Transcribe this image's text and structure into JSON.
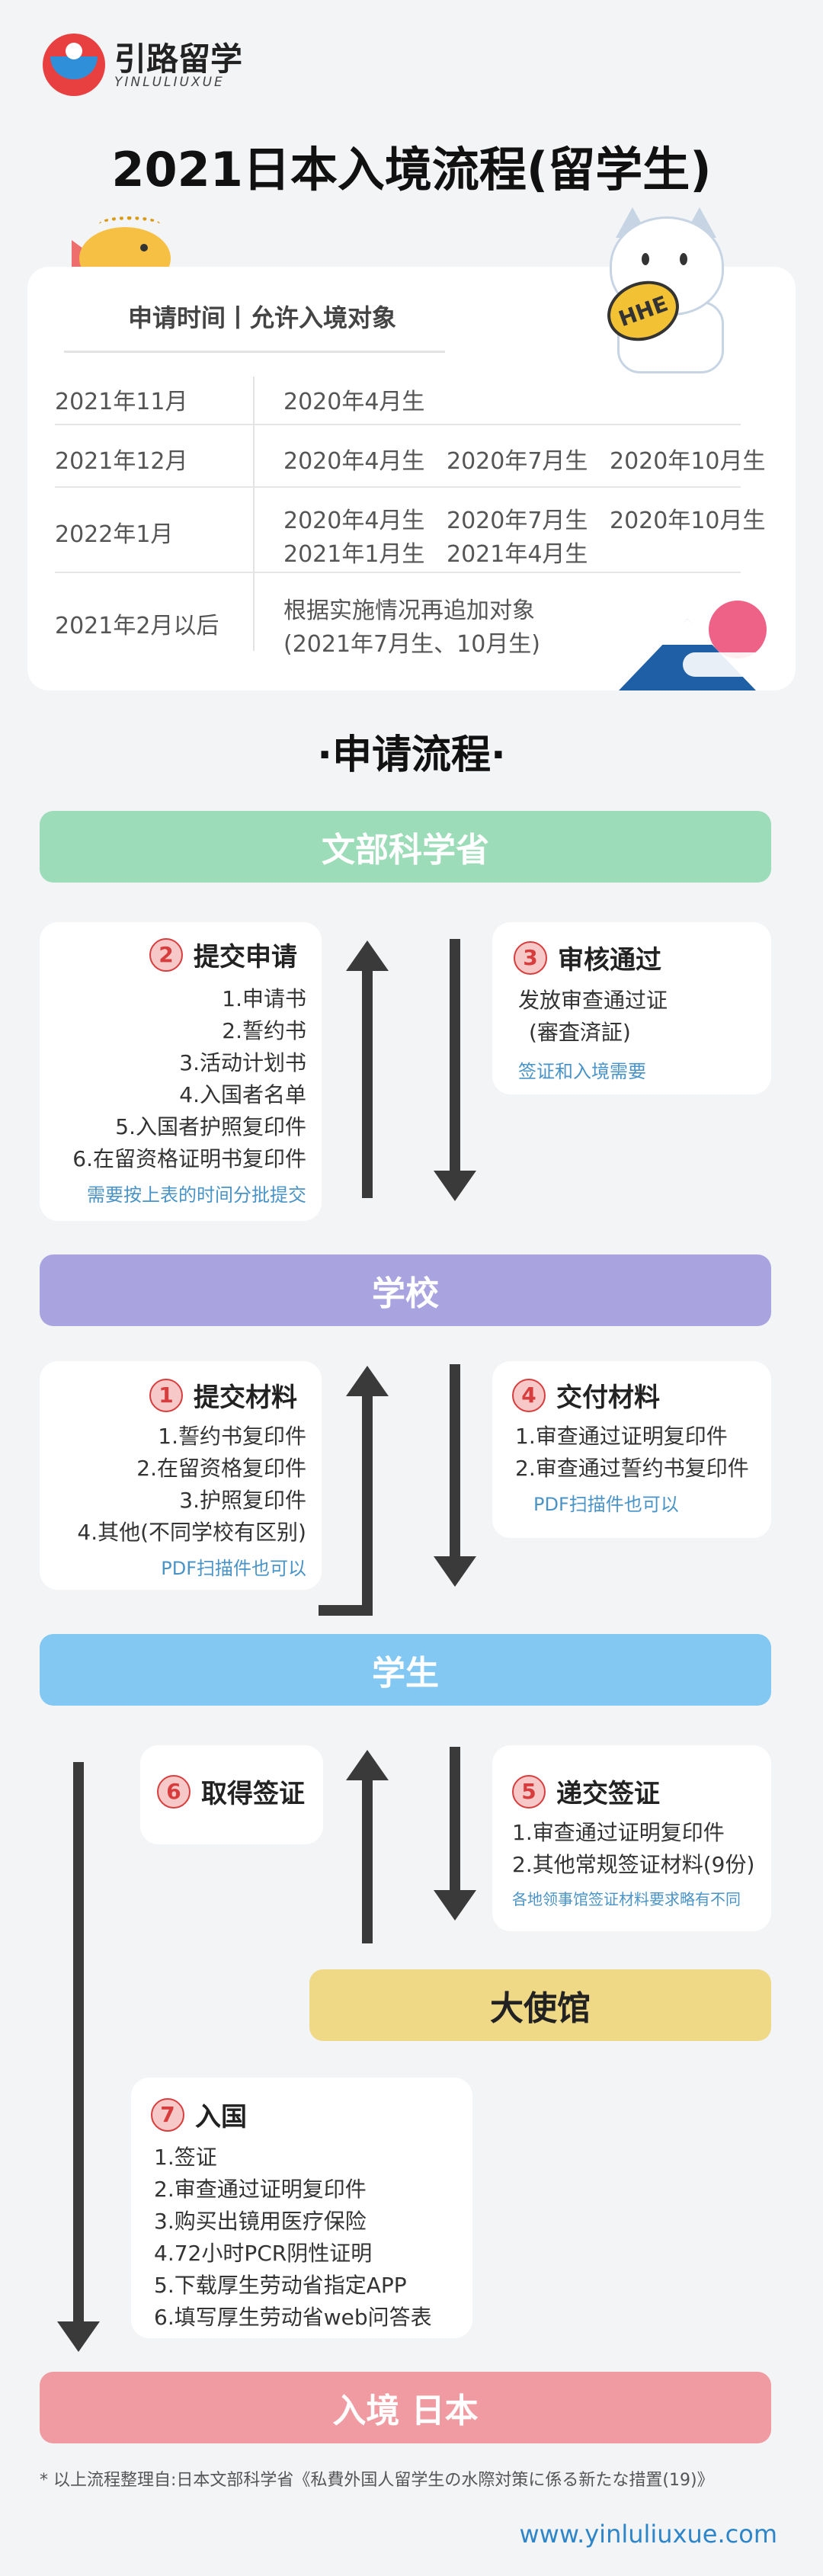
{
  "header": {
    "brand_name": "引路留学",
    "brand_sub": "YINLULIUXUE",
    "title": "2021日本入境流程(留学生)"
  },
  "table": {
    "header": "申请时间丨允许入境对象",
    "rows": [
      {
        "time": "2021年11月",
        "targets": [
          "2020年4月生"
        ]
      },
      {
        "time": "2021年12月",
        "targets": [
          "2020年4月生",
          "2020年7月生",
          "2020年10月生"
        ]
      },
      {
        "time": "2022年1月",
        "targets": [
          "2020年4月生",
          "2020年7月生",
          "2020年10月生",
          "2021年1月生",
          "2021年4月生"
        ]
      },
      {
        "time": "2021年2月以后",
        "targets": [
          "根据实施情况再追加对象",
          "(2021年7月生、10月生)"
        ]
      }
    ]
  },
  "illustrations": {
    "coin_text": "HHE"
  },
  "process": {
    "title": "·申请流程·",
    "bars": {
      "mext": "文部科学省",
      "school": "学校",
      "student": "学生",
      "embassy": "大使馆",
      "entry": "入境 日本"
    },
    "steps": {
      "s2": {
        "num": "2",
        "title": "提交申请",
        "items": [
          "1.申请书",
          "2.誓约书",
          "3.活动计划书",
          "4.入国者名单",
          "5.入国者护照复印件",
          "6.在留资格证明书复印件"
        ],
        "note": "需要按上表的时间分批提交"
      },
      "s3": {
        "num": "3",
        "title": "审核通过",
        "items": [
          "发放审查通过证",
          "(審査済証)"
        ],
        "note": "签证和入境需要"
      },
      "s1": {
        "num": "1",
        "title": "提交材料",
        "items": [
          "1.誓约书复印件",
          "2.在留资格复印件",
          "3.护照复印件",
          "4.其他(不同学校有区别)"
        ],
        "note": "PDF扫描件也可以"
      },
      "s4": {
        "num": "4",
        "title": "交付材料",
        "items": [
          "1.审查通过证明复印件",
          "2.审查通过誓约书复印件"
        ],
        "note": "PDF扫描件也可以"
      },
      "s6": {
        "num": "6",
        "title": "取得签证"
      },
      "s5": {
        "num": "5",
        "title": "递交签证",
        "items": [
          "1.审查通过证明复印件",
          "2.其他常规签证材料(9份)"
        ],
        "note": "各地领事馆签证材料要求略有不同"
      },
      "s7": {
        "num": "7",
        "title": "入国",
        "items": [
          "1.签证",
          "2.审查通过证明复印件",
          "3.购买出镜用医疗保险",
          "4.72小时PCR阴性证明",
          "5.下载厚生劳动省指定APP",
          "6.填写厚生劳动省web问答表"
        ]
      }
    }
  },
  "footer": {
    "footnote": "* 以上流程整理自:日本文部科学省《私費外国人留学生の水際対策に係る新たな措置(19)》",
    "website": "www.yinluliuxue.com"
  },
  "colors": {
    "mext": "#9ddcb9",
    "school": "#a9a4e0",
    "student": "#82c8f2",
    "embassy": "#efd987",
    "entry": "#ef9ba1",
    "accent_red": "#d83d3d",
    "note_blue": "#4a93c6"
  }
}
